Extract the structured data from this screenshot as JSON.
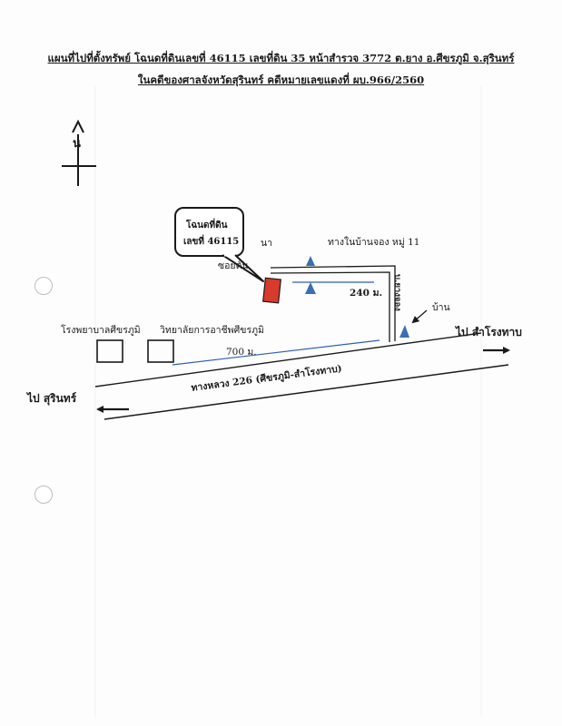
{
  "header": {
    "line1": "แผนที่ไปที่ตั้งทรัพย์ โฉนดที่ดินเลขที่ 46115 เลขที่ดิน 35 หน้าสำรวจ 3772 ต.ยาง อ.ศีขรภูมิ จ.สุรินทร์",
    "line2": "ในคดีของศาลจังหวัดสุรินทร์ คดีหมายเลขแดงที่ ผบ.966/2560"
  },
  "compass": {
    "north_label": "น"
  },
  "callout": {
    "line1": "โฉนดที่ดิน",
    "line2": "เลขที่ 46115"
  },
  "labels": {
    "rice_field": "นา",
    "village_road": "ทางในบ้านจอง หมู่ 11",
    "dead_end_alley": "ซอยตัน",
    "distance_240": "240 ม.",
    "distance_700": "700 ม.",
    "village_sign": "บ.ยางจอง",
    "house": "บ้าน",
    "hospital": "โรงพยาบาลศีขรภูมิ",
    "college": "วิทยาลัยการอาชีพศีขรภูมิ",
    "to_samrong_thap": "ไป สำโรงทาบ",
    "highway": "ทางหลวง 226 (ศีขรภูมิ-สำโรงทาบ)",
    "to_surin": "ไป สุรินทร์"
  },
  "colors": {
    "plot_fill": "#d83a2b",
    "marker_blue": "#3a6fb3",
    "distance_line": "#2f5fb0",
    "ink": "#1a1a1a"
  }
}
